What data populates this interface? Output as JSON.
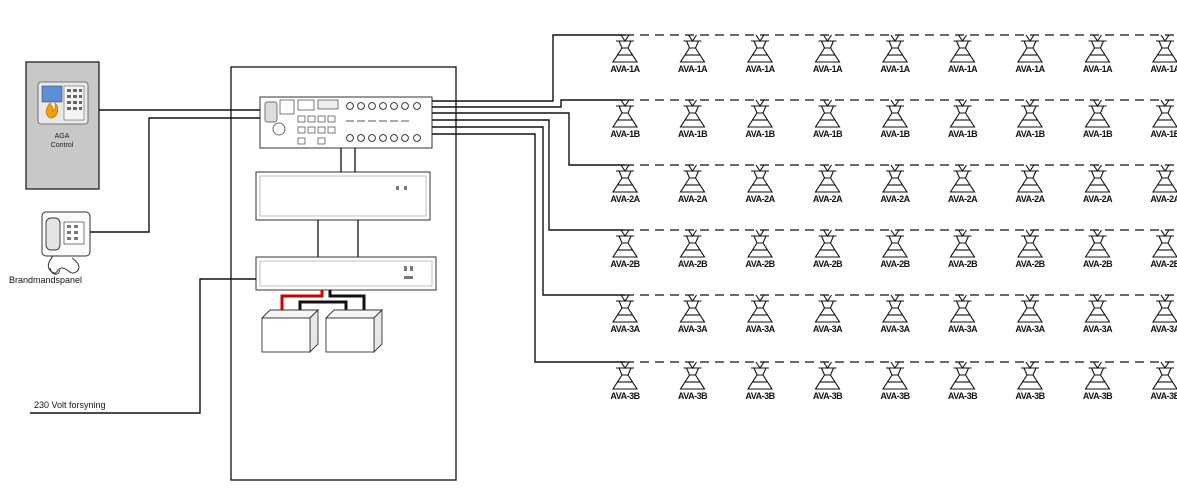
{
  "labels": {
    "aga_line1": "AGA",
    "aga_line2": "Control",
    "firefighter_panel": "Brandmandspanel",
    "power_supply": "230 Volt forsyning"
  },
  "speaker_rows": [
    {
      "zone": "AVA-1A",
      "count": 9
    },
    {
      "zone": "AVA-1B",
      "count": 9
    },
    {
      "zone": "AVA-2A",
      "count": 9
    },
    {
      "zone": "AVA-2B",
      "count": 9
    },
    {
      "zone": "AVA-3A",
      "count": 9
    },
    {
      "zone": "AVA-3B",
      "count": 9
    }
  ],
  "colors": {
    "line": "#111111",
    "aga_box": "#c8c8c8",
    "positive_wire": "#cc0000",
    "negative_wire": "#111111"
  }
}
